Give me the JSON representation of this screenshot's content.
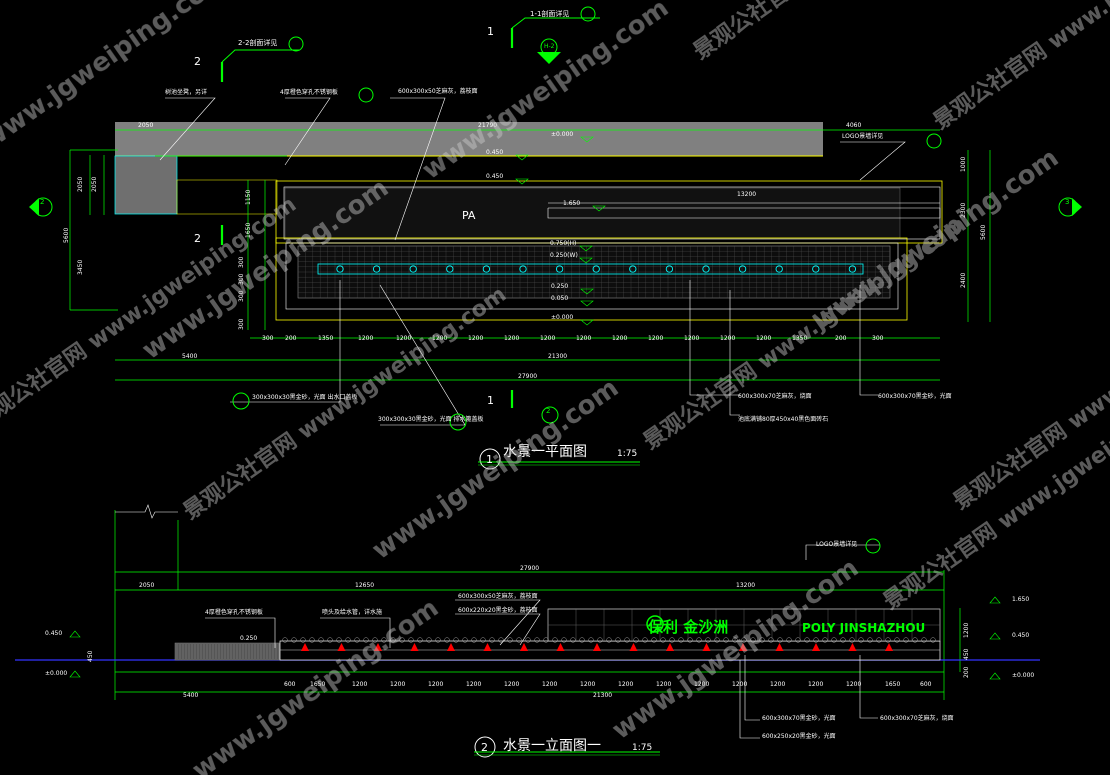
{
  "plan": {
    "title": "水景一平面图",
    "scale": "1:75",
    "number": "1",
    "section_1_ref": "1-1剖面详见",
    "section_2_ref": "2-2剖面详见",
    "section_1_tag": "1",
    "section_2_tag": "2",
    "elev_tag_left": "2",
    "elev_tag_right": "3",
    "elev_tag_bottom": "2",
    "sheet_ref": "H-2",
    "sheet_ref2": "H-1",
    "note_stone_top": "600x300x50芝麻灰，荔枝面",
    "note_tree": "树池坐凳，另详",
    "note_steel": "4厚橙色穿孔不锈钢板",
    "note_logo_wall": "LOGO景墙详见",
    "note_outlet": "300x300x30黑金砂，光面\n出水口盖板",
    "note_drain": "300x300x30黑金砂，光面\n排水篦盖板",
    "note_bottom_stone": "600x300x70芝麻灰，烧面",
    "note_pool_bottom": "池底满铺80厚450x40黑色面砖石",
    "note_right_stone": "600x300x70黑金砂，光面",
    "pa_label": "PA",
    "levels": [
      "±0.000",
      "0.450",
      "0.450",
      "1.650",
      "0.750(H)",
      "0.250(W)",
      "0.250",
      "0.050",
      "±0.000"
    ],
    "top_dims": [
      "2050",
      "21790",
      "4060"
    ],
    "dim_13200": "13200",
    "bottom_dims": [
      "300",
      "200",
      "1350",
      "1200",
      "1200",
      "1200",
      "1200",
      "1200",
      "1200",
      "1200",
      "1200",
      "1200",
      "1200",
      "1200",
      "1200",
      "1350",
      "200",
      "300"
    ],
    "total_dims": [
      "5400",
      "21300",
      "27900"
    ],
    "left_dims": [
      "2050",
      "2050",
      "5600",
      "1150",
      "1650",
      "3450",
      "300",
      "300",
      "300",
      "300"
    ],
    "right_dims": [
      "1000",
      "2300",
      "5600",
      "2400"
    ]
  },
  "elevation": {
    "title": "水景一立面图一",
    "scale": "1:75",
    "number": "2",
    "note_logo_wall": "LOGO景墙详见",
    "note_steel": "4厚橙色穿孔不锈钢板",
    "note_jet": "喷头及给水管，详水施",
    "note_stone1": "600x300x50芝麻灰，荔枝面",
    "note_stone2": "600x220x20黑金砂，荔枝面",
    "note_bottom1": "600x300x70黑金砂，光面",
    "note_bottom2": "600x250x20黑金砂，光面",
    "note_right": "600x300x70芝麻灰，烧面",
    "logo_text_cn": "保利 金沙洲",
    "logo_text_en": "POLY JINSHAZHOU",
    "levels_left": [
      "0.450",
      "±0.000"
    ],
    "level_steel": "0.250",
    "levels_right": [
      "1.650",
      "0.450",
      "±0.000"
    ],
    "top_dims": [
      "27900",
      "2050",
      "12650",
      "13200"
    ],
    "bottom_dims": [
      "600",
      "1650",
      "1200",
      "1200",
      "1200",
      "1200",
      "1200",
      "1200",
      "1200",
      "1200",
      "1200",
      "1200",
      "1200",
      "1200",
      "1200",
      "1200",
      "1650",
      "600"
    ],
    "total_dims": [
      "5400",
      "21300"
    ],
    "right_dims": [
      "1200",
      "450",
      "200"
    ],
    "left_dim": "450"
  },
  "watermark": {
    "cn": "景观公社官网",
    "url": "www.jgweiping.com"
  },
  "colors": {
    "bg": "#000000",
    "line_white": "#ffffff",
    "line_green": "#00ff00",
    "line_yellow": "#ffff00",
    "line_cyan": "#00ffff",
    "line_red": "#ff0000",
    "line_blue": "#0000ff",
    "fill_gray": "#7f7f7f"
  }
}
